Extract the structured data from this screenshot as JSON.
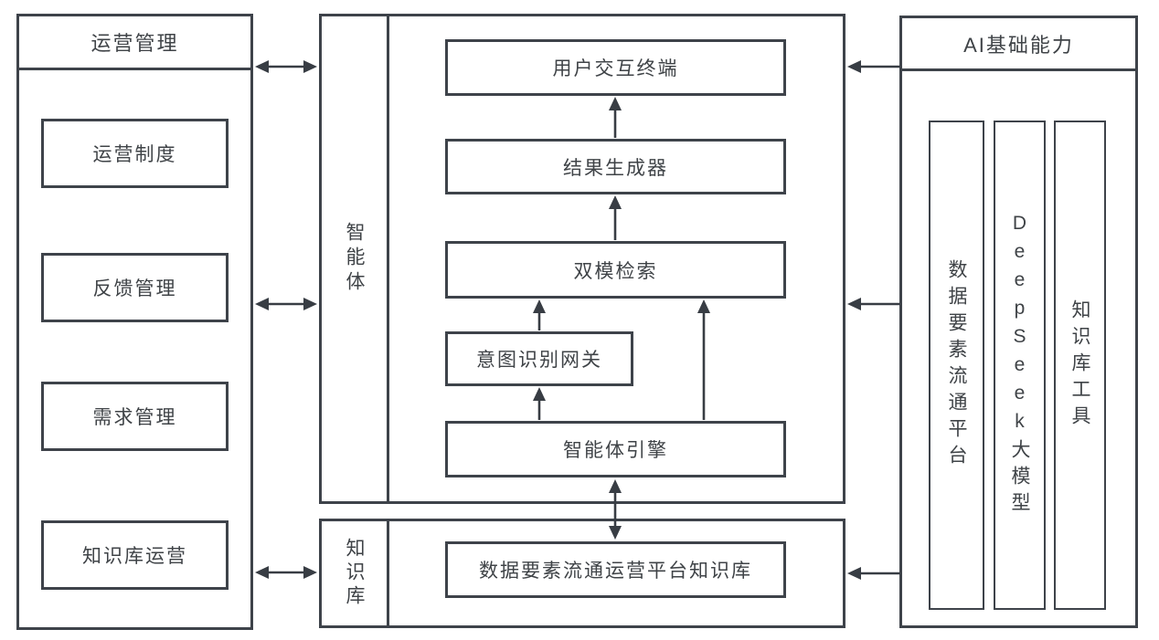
{
  "diagram": {
    "left_panel": {
      "title": "运营管理",
      "items": [
        "运营制度",
        "反馈管理",
        "需求管理",
        "知识库运营"
      ]
    },
    "agent_panel": {
      "label": "智能体",
      "nodes": {
        "user_terminal": "用户交互终端",
        "result_generator": "结果生成器",
        "dual_retrieval": "双模检索",
        "intent_gateway": "意图识别网关",
        "agent_engine": "智能体引擎"
      }
    },
    "kb_panel": {
      "label": "知识库",
      "node": "数据要素流通运营平台知识库"
    },
    "right_panel": {
      "title": "AI基础能力",
      "items": [
        "数据要素流通平台",
        "DeepSeek大模型",
        "知识库工具"
      ]
    },
    "colors": {
      "border": "#3e434a",
      "text": "#3f4347",
      "arrow": "#383d44",
      "background": "#ffffff"
    }
  }
}
